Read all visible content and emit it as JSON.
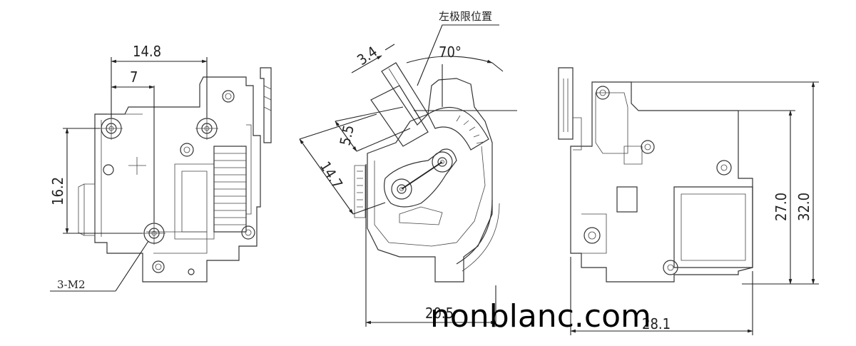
{
  "left_view": {
    "dim_top": "14.8",
    "dim_inner": "7",
    "dim_vertical": "16.2",
    "thread_label": "3-M2"
  },
  "middle_view": {
    "label_limit": "左极限位置",
    "dim_angle": "70°",
    "dim_a": "3.4",
    "dim_b": "5.5",
    "dim_c": "14.7",
    "dim_bottom": "20.5"
  },
  "right_view": {
    "dim_inner_height": "27.0",
    "dim_outer_height": "32.0",
    "dim_bottom": "28.1"
  },
  "watermark": "nonblanc.com"
}
